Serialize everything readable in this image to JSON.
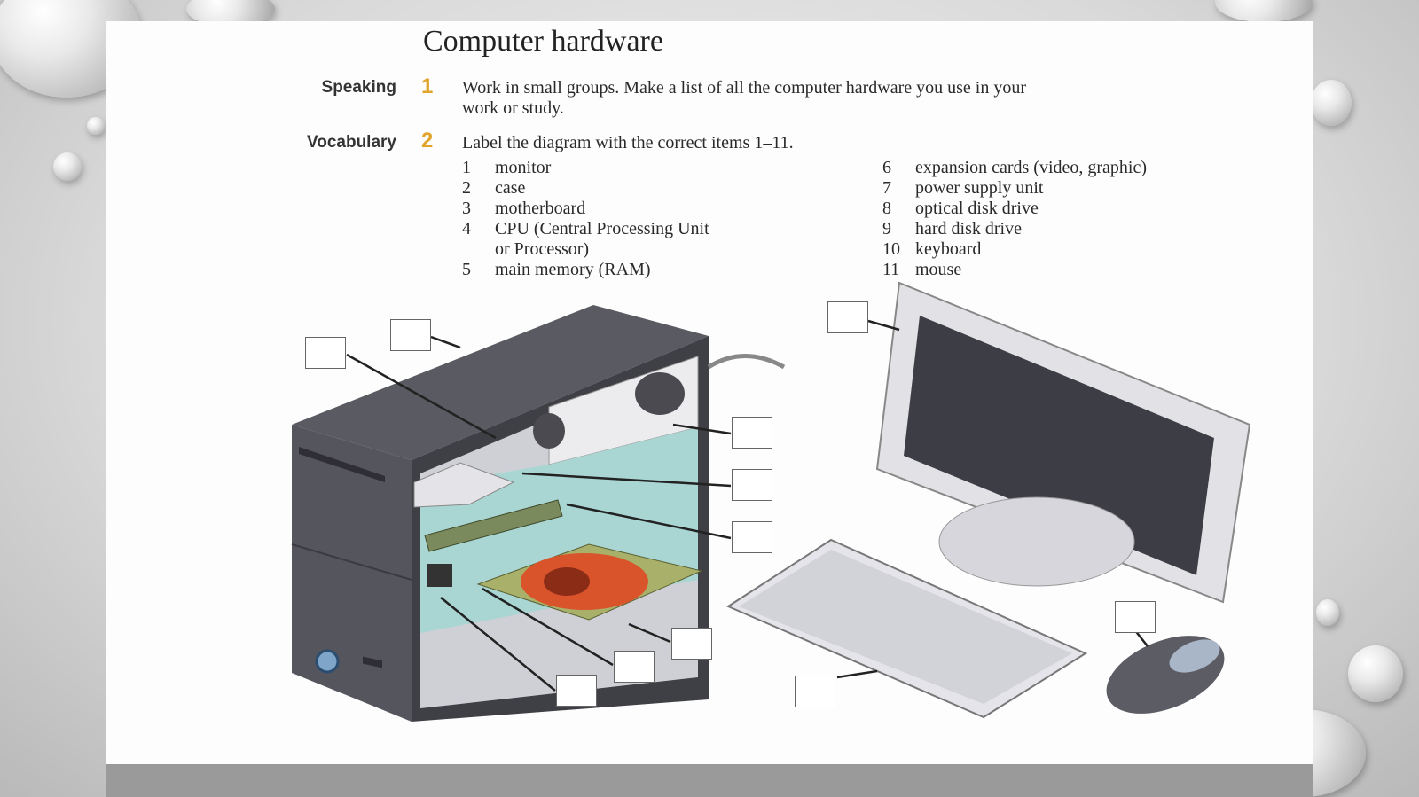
{
  "title": "Computer hardware",
  "speaking": {
    "label": "Speaking",
    "number": "1",
    "line1": "Work in small groups. Make a list of all the computer hardware you use in your",
    "line2": "work or study."
  },
  "vocabulary": {
    "label": "Vocabulary",
    "number": "2",
    "instruction": "Label the diagram with the correct items 1–11."
  },
  "items_left": [
    {
      "n": "1",
      "text": "monitor"
    },
    {
      "n": "2",
      "text": "case"
    },
    {
      "n": "3",
      "text": "motherboard"
    },
    {
      "n": "4",
      "text": "CPU (Central Processing Unit"
    },
    {
      "n": "",
      "text": "or Processor)"
    },
    {
      "n": "5",
      "text": "main memory (RAM)"
    }
  ],
  "items_right": [
    {
      "n": "6",
      "text": "expansion cards (video, graphic)"
    },
    {
      "n": "7",
      "text": "power supply unit"
    },
    {
      "n": "8",
      "text": "optical disk drive"
    },
    {
      "n": "9",
      "text": "hard disk drive"
    },
    {
      "n": "10",
      "text": "keyboard"
    },
    {
      "n": "11",
      "text": "mouse"
    }
  ],
  "label_boxes_count": 11,
  "colors": {
    "accent_number": "#e0a42b",
    "case_dark": "#4a4a52",
    "motherboard": "#a9d6d3",
    "expansion_card": "#d9532b",
    "monitor_screen": "#3d3d45"
  },
  "icons": [
    "water-drop-decoration"
  ]
}
